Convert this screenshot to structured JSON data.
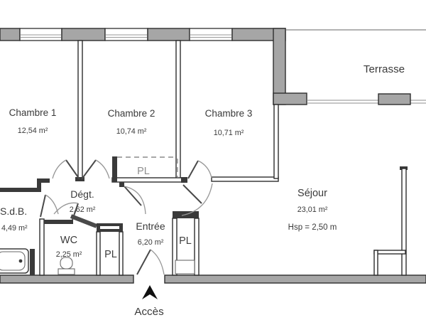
{
  "plan": {
    "rooms": [
      {
        "name": "Chambre 1",
        "area": "12,54 m²"
      },
      {
        "name": "Chambre 2",
        "area": "10,74 m²"
      },
      {
        "name": "Chambre 3",
        "area": "10,71 m²"
      },
      {
        "name": "Terrasse"
      },
      {
        "name": "Séjour",
        "area": "23,01 m²",
        "ceiling_height": "Hsp = 2,50 m"
      },
      {
        "name": "S.d.B.",
        "area": "4,49 m²"
      },
      {
        "name": "WC",
        "area": "2,25 m²"
      },
      {
        "name": "Dégt.",
        "area": "2,62 m²"
      },
      {
        "name": "Entrée",
        "area": "6,20 m²"
      }
    ],
    "closets": {
      "bedroom_pl": "PL",
      "hallway_pl": "PL",
      "entry_pl": "PL"
    },
    "access_label": "Accès",
    "colors": {
      "wall_fill": "#a6a6a6",
      "wall_stroke": "#2e2e2e",
      "door_arc": "#979797",
      "text": "#3a3a3a",
      "closet_label_gray": "#8f8f8f"
    }
  }
}
